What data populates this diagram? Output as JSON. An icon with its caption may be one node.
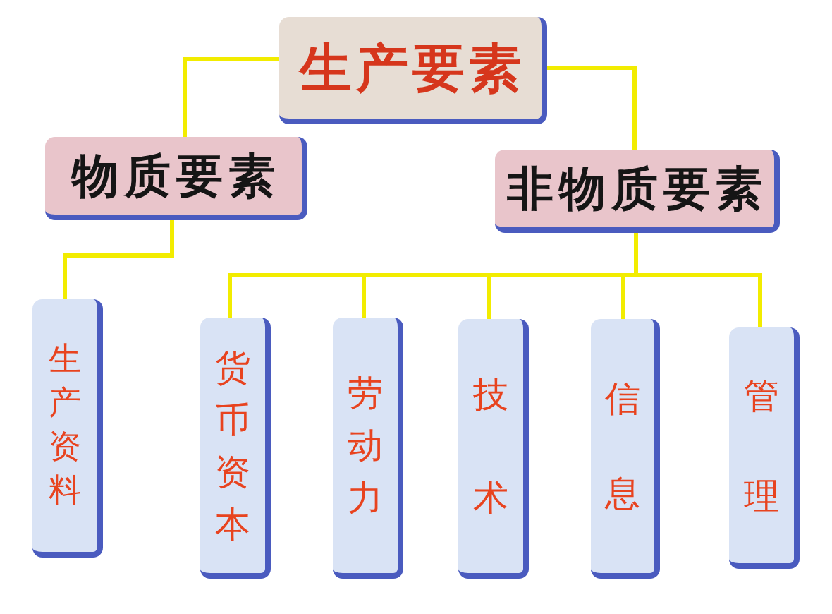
{
  "diagram": {
    "nodes": [
      {
        "text": [
          "生产要素"
        ]
      },
      {
        "text": [
          "物质要素"
        ]
      },
      {
        "text": [
          "非物质要素"
        ]
      },
      {
        "text": [
          "生产资料"
        ]
      },
      {
        "text": [
          "货币资本"
        ]
      },
      {
        "text": [
          "劳动力"
        ]
      },
      {
        "text": [
          "技术"
        ]
      },
      {
        "text": [
          "信息"
        ]
      },
      {
        "text": [
          "管理"
        ]
      }
    ],
    "edges": [
      {
        "from": 0,
        "to": 1,
        "arrow": "none"
      },
      {
        "from": 0,
        "to": 2,
        "arrow": "none"
      },
      {
        "from": 1,
        "to": 3,
        "arrow": "none"
      },
      {
        "from": 2,
        "to": 4,
        "arrow": "none"
      },
      {
        "from": 2,
        "to": 5,
        "arrow": "none"
      },
      {
        "from": 2,
        "to": 6,
        "arrow": "none"
      },
      {
        "from": 2,
        "to": 7,
        "arrow": "none"
      },
      {
        "from": 2,
        "to": 8,
        "arrow": "none"
      }
    ]
  }
}
